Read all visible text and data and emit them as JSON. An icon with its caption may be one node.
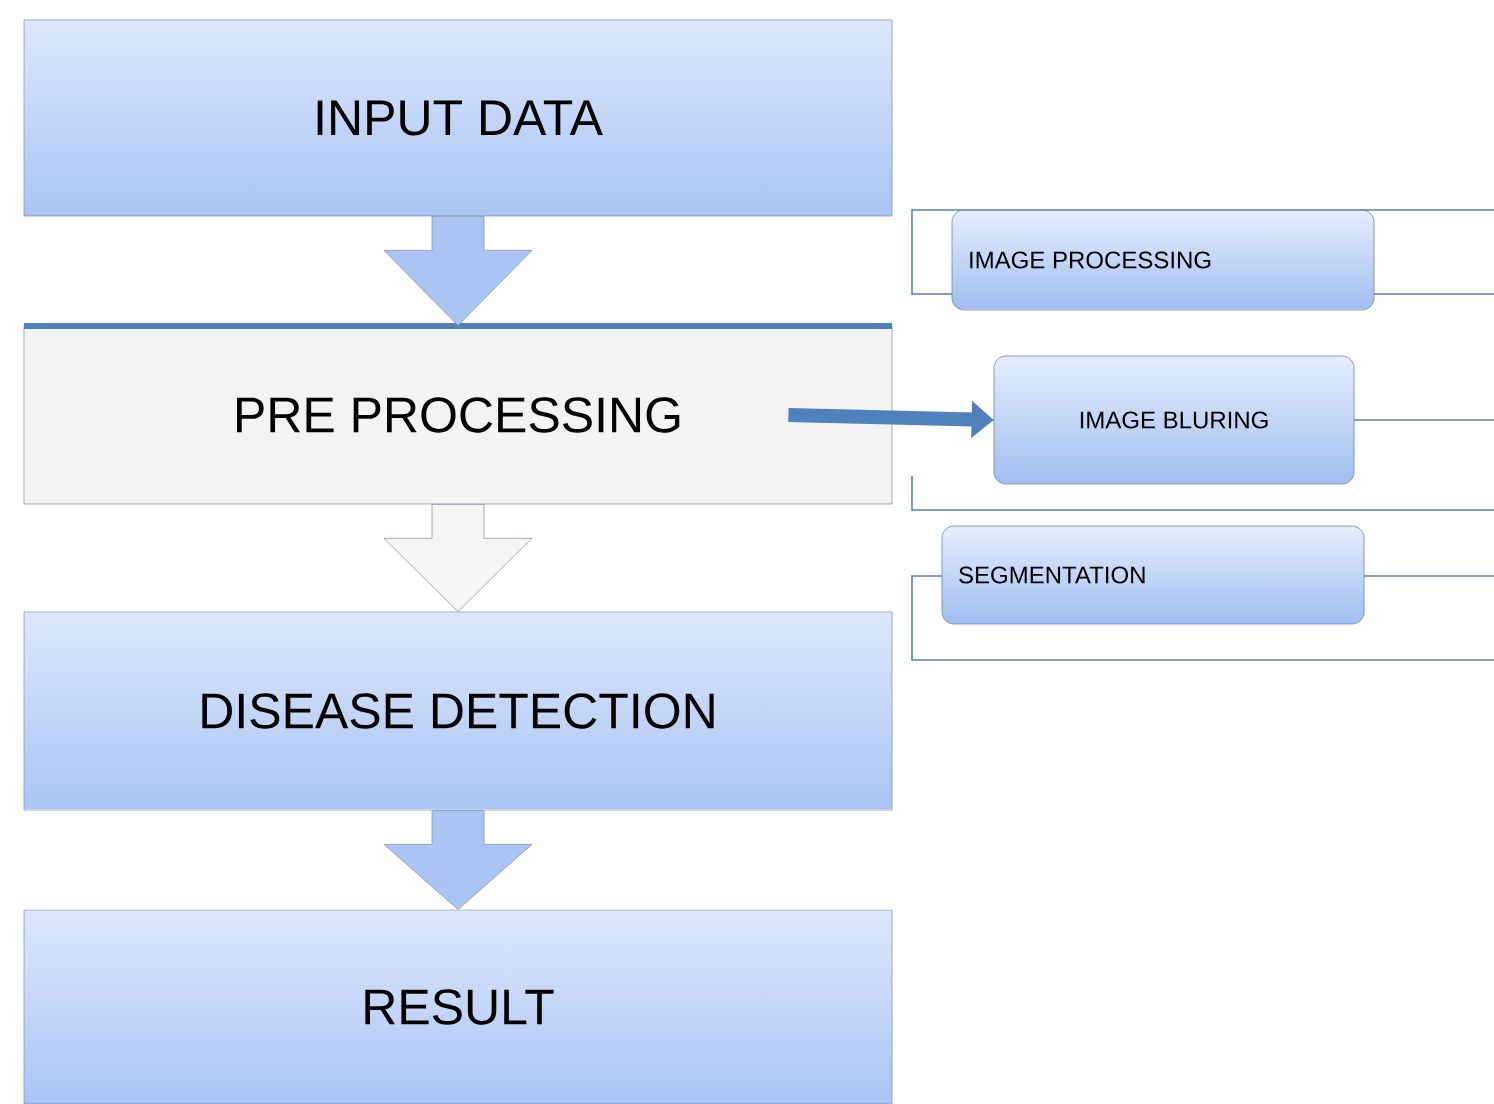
{
  "diagram": {
    "nodes": [
      {
        "text": [
          "INPUT DATA"
        ]
      },
      {
        "text": [
          "PRE PROCESSING"
        ]
      },
      {
        "text": [
          "DISEASE DETECTION"
        ]
      },
      {
        "text": [
          "RESULT"
        ]
      },
      {
        "text": [
          "IMAGE PROCESSING"
        ]
      },
      {
        "text": [
          "IMAGE BLURING"
        ]
      },
      {
        "text": [
          "SEGMENTATION"
        ]
      }
    ],
    "edges": [
      {
        "from": 0,
        "to": 1,
        "arrow": "to"
      },
      {
        "from": 1,
        "to": 2,
        "arrow": "to"
      },
      {
        "from": 2,
        "to": 3,
        "arrow": "to"
      },
      {
        "from": 1,
        "to": 5,
        "arrow": "to"
      }
    ]
  }
}
